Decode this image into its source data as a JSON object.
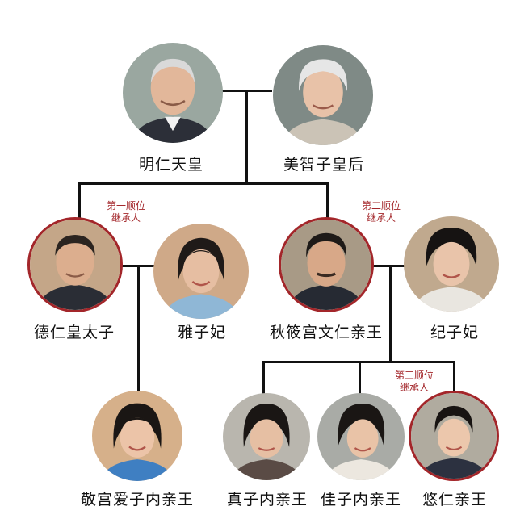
{
  "colors": {
    "line": "#111111",
    "heir_ring": "#a3262a",
    "heir_text": "#a3262a",
    "photo_bg": "#c9c9c9"
  },
  "people": {
    "akihito": {
      "name": "明仁天皇",
      "icon": "elderly-man-portrait"
    },
    "michiko": {
      "name": "美智子皇后",
      "icon": "elderly-woman-portrait"
    },
    "naruhito": {
      "name": "德仁皇太子",
      "icon": "man-portrait"
    },
    "masako": {
      "name": "雅子妃",
      "icon": "woman-portrait"
    },
    "fumihito": {
      "name": "秋筱宫文仁亲王",
      "icon": "man-portrait"
    },
    "kiko": {
      "name": "纪子妃",
      "icon": "woman-portrait"
    },
    "aiko": {
      "name": "敬宫爱子内亲王",
      "icon": "girl-portrait"
    },
    "mako": {
      "name": "真子内亲王",
      "icon": "girl-portrait"
    },
    "kako": {
      "name": "佳子内亲王",
      "icon": "girl-portrait"
    },
    "hisahito": {
      "name": "悠仁亲王",
      "icon": "boy-portrait"
    }
  },
  "succession": {
    "first": {
      "line1": "第一顺位",
      "line2": "继承人"
    },
    "second": {
      "line1": "第二顺位",
      "line2": "继承人"
    },
    "third": {
      "line1": "第三顺位",
      "line2": "继承人"
    }
  }
}
